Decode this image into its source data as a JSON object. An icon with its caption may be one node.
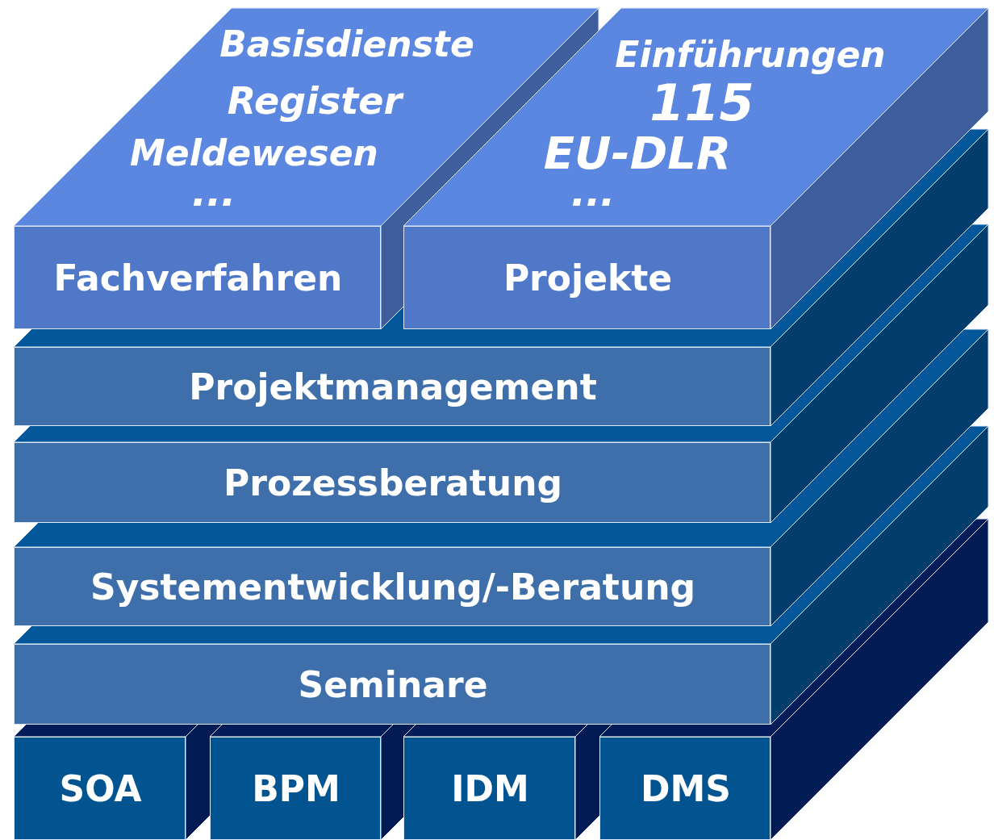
{
  "diagram": {
    "nodes": [
      {
        "text": [
          "Basisdienste",
          "Register",
          "Meldewesen",
          "..."
        ]
      },
      {
        "text": [
          "Fachverfahren"
        ]
      },
      {
        "text": [
          "Einführungen",
          "115",
          "EU-DLR",
          "..."
        ]
      },
      {
        "text": [
          "Projekte"
        ]
      },
      {
        "text": [
          "Projektmanagement"
        ]
      },
      {
        "text": [
          "Prozessberatung"
        ]
      },
      {
        "text": [
          "Systementwicklung/-Beratung"
        ]
      },
      {
        "text": [
          "Seminare"
        ]
      },
      {
        "text": [
          "SOA"
        ]
      },
      {
        "text": [
          "BPM"
        ]
      },
      {
        "text": [
          "IDM"
        ]
      },
      {
        "text": [
          "DMS"
        ]
      }
    ]
  }
}
